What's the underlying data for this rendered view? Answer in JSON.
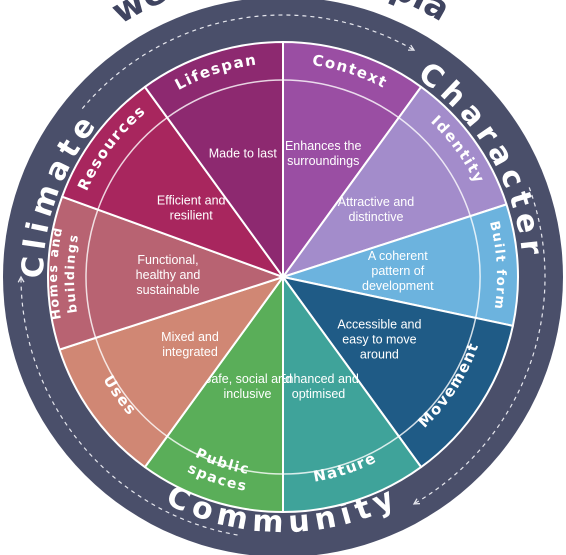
{
  "diagram": {
    "outer_title": "A well-designed place",
    "themes": [
      {
        "key": "character",
        "label": "Character"
      },
      {
        "key": "community",
        "label": "Community"
      },
      {
        "key": "climate",
        "label": "Climate"
      }
    ],
    "segments": [
      {
        "key": "context",
        "band_label": "Context",
        "inner_label": "Enhances the surroundings",
        "color": "#9a4ea3"
      },
      {
        "key": "identity",
        "band_label": "Identity",
        "inner_label": "Attractive and distinctive",
        "color": "#a38ccb"
      },
      {
        "key": "builtform",
        "band_label": "Built form",
        "inner_label": "A coherent pattern of development",
        "color": "#6cb3de"
      },
      {
        "key": "movement",
        "band_label": "Movement",
        "inner_label": "Accessible and easy to move around",
        "color": "#1f5b86"
      },
      {
        "key": "nature",
        "band_label": "Nature",
        "inner_label": "Enhanced and optimised",
        "color": "#3fa39a"
      },
      {
        "key": "public",
        "band_label": "Public spaces",
        "inner_label": "Safe, social and inclusive",
        "color": "#5aae59"
      },
      {
        "key": "uses",
        "band_label": "Uses",
        "inner_label": "Mixed and integrated",
        "color": "#d08774"
      },
      {
        "key": "homes",
        "band_label": "Homes and buildings",
        "inner_label": "Functional, healthy and sustainable",
        "color": "#b86372"
      },
      {
        "key": "resources",
        "band_label": "Resources",
        "inner_label": "Efficient and resilient",
        "color": "#a8265e"
      },
      {
        "key": "lifespan",
        "band_label": "Lifespan",
        "inner_label": "Made to last",
        "color": "#8d2970"
      }
    ],
    "colors": {
      "ring": "#4a4f6a",
      "ring_text": "#ffffff",
      "divider": "#ffffff",
      "outer_title": "#3f4460"
    }
  }
}
